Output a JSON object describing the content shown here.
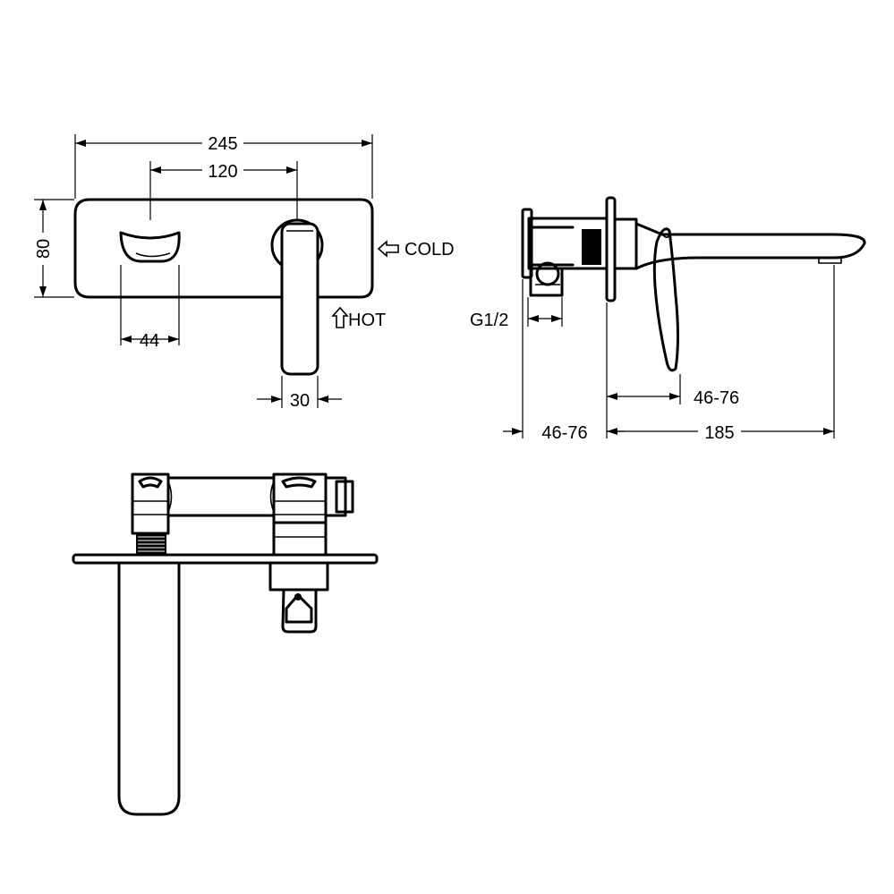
{
  "dimensions": {
    "overall_width": "245",
    "outlet_to_handle": "120",
    "plate_height": "80",
    "outlet_width": "44",
    "handle_width": "30",
    "inlet_thread": "G1/2",
    "wall_depth_left": "46-76",
    "wall_depth_right": "46-76",
    "projection": "185"
  },
  "connections": {
    "cold": "COLD",
    "hot": "HOT"
  },
  "colors": {
    "line": "#000000",
    "background": "#ffffff"
  }
}
